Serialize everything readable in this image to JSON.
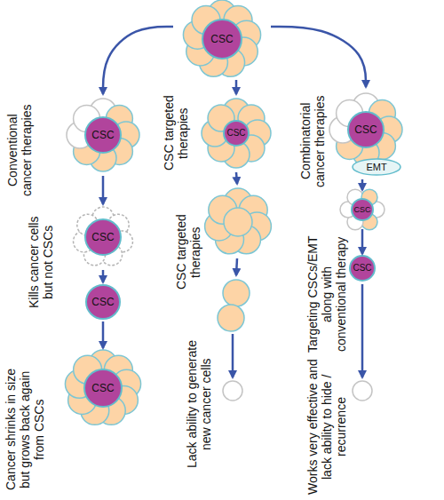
{
  "diagram": {
    "nodes": [
      {
        "text": [
          "CSC"
        ]
      },
      {
        "text": [
          "CSC"
        ]
      },
      {
        "text": [
          "CSC"
        ]
      },
      {
        "text": [
          "CSC"
        ]
      },
      {
        "text": [
          "CSC"
        ]
      },
      {
        "text": [
          "CSC"
        ]
      },
      {
        "text": [
          "CSC"
        ]
      },
      {
        "text": [
          "EMT"
        ],
        "in": 6
      },
      {
        "text": [
          "CSC"
        ]
      },
      {
        "text": [
          "CSC"
        ]
      }
    ],
    "edges": [
      {
        "from": 0,
        "to": 1,
        "arrow": "to"
      },
      {
        "from": 1,
        "to": 2,
        "arrow": "to"
      },
      {
        "from": 2,
        "to": 3,
        "arrow": "to"
      },
      {
        "from": 3,
        "to": 4,
        "arrow": "to"
      },
      {
        "from": 0,
        "to": 5,
        "arrow": "to"
      },
      {
        "from": 0,
        "to": 6,
        "arrow": "to"
      },
      {
        "from": 6,
        "to": 8,
        "arrow": "to"
      },
      {
        "from": 8,
        "to": 9,
        "arrow": "to"
      }
    ],
    "labels": [
      "Conventional cancer therapies",
      "Kills cancer cells but not CSCs",
      "Cancer shrinks in size but grows back again from CSCs",
      "CSC targeted therapies",
      "CSC targeted therapies",
      "Lack ability to generate new cancer cells",
      "Combinatorial cancer therapies",
      "Targeting CSCs/EMT along with conventional therapy",
      "Works very effective and lack ability to hide / recurrence"
    ]
  }
}
